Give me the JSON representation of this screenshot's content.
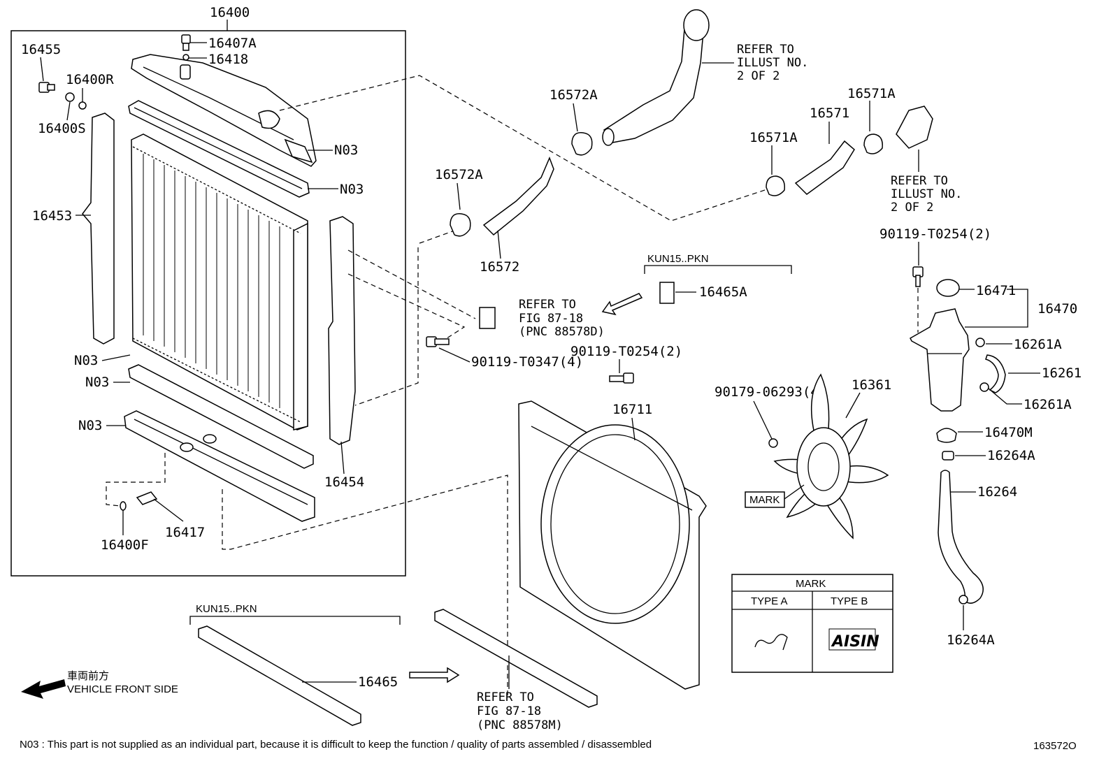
{
  "diagram": {
    "group_label": "16400",
    "callouts": {
      "c16407A": "16407A",
      "c16418": "16418",
      "c16455": "16455",
      "c16400R": "16400R",
      "c16400S": "16400S",
      "c16453": "16453",
      "n03_1": "N03",
      "n03_2": "N03",
      "n03_3": "N03",
      "n03_4": "N03",
      "n03_5": "N03",
      "c16454": "16454",
      "c16400F": "16400F",
      "c16417": "16417",
      "c16572A_top": "16572A",
      "c16572A_mid": "16572A",
      "c16572": "16572",
      "c16571A_top": "16571A",
      "c16571": "16571",
      "c16571A_left": "16571A",
      "c90119_T0254_top": "90119-T0254(2)",
      "c16471": "16471",
      "c16470": "16470",
      "c16261A_top": "16261A",
      "c16261": "16261",
      "c16261A_bot": "16261A",
      "c16470M": "16470M",
      "c16264A_top": "16264A",
      "c16264": "16264",
      "c16264A_bot": "16264A",
      "c16465A": "16465A",
      "c90119_T0347": "90119-T0347(4)",
      "c90119_T0254_mid": "90119-T0254(2)",
      "c16711": "16711",
      "c90179_06293": "90179-06293(4)",
      "c16361": "16361",
      "c16465": "16465"
    },
    "refer_upper": [
      "REFER TO",
      "ILLUST NO.",
      "2 OF 2"
    ],
    "refer_right": [
      "REFER TO",
      "ILLUST NO.",
      "2 OF 2"
    ],
    "refer_fig_a": [
      "REFER TO",
      "FIG 87-18",
      "(PNC 88578D)"
    ],
    "refer_fig_b": [
      "REFER TO",
      "FIG 87-18",
      "(PNC 88578M)"
    ],
    "kun_label_top": "KUN15..PKN",
    "kun_label_bottom": "KUN15..PKN",
    "mark_tag": "MARK",
    "mark_table": {
      "title": "MARK",
      "type_a": "TYPE A",
      "type_b": "TYPE B",
      "logo_b": "AISIN"
    },
    "front_jp": "車両前方",
    "front_en": "VEHICLE FRONT SIDE",
    "footnote": "N03 : This part is not supplied as an individual part, because it is difficult to keep the function / quality of parts assembled / disassembled",
    "illustration_id": "163572O"
  }
}
